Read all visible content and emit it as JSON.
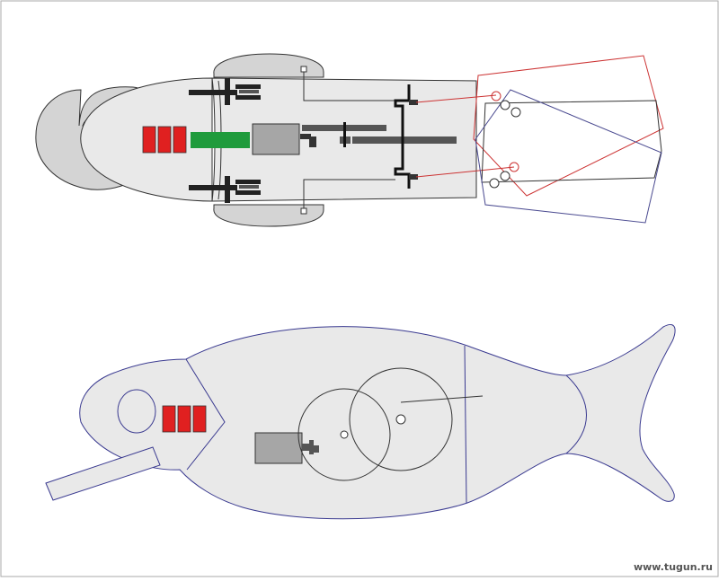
{
  "watermark": {
    "text": "www.tugun.ru"
  },
  "colors": {
    "body_fill": "#e9e9e9",
    "head_fill": "#d4d4d4",
    "outline_dark": "#333333",
    "outline_blue": "#3a3a90",
    "battery_red": "#e02020",
    "board_green": "#1f9b3c",
    "motor_gray": "#a6a6a6",
    "shaft_dark": "#555555",
    "linkage_black": "#111111",
    "fin_red": "#cc3333",
    "fin_blue": "#4a4a90",
    "watermark_text": "#555555"
  },
  "icons": {
    "top_view": "fish-robot-top-view-diagram",
    "side_view": "fish-robot-side-view-diagram"
  }
}
